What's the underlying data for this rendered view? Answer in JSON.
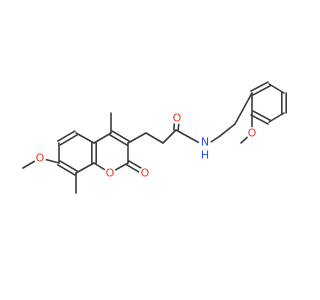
{
  "molecule": {
    "colors": {
      "bond": "#3a3a3a",
      "carbon": "#3a3a3a",
      "oxygen": "#e8392a",
      "nitrogen": "#2f4fe0",
      "background": "#ffffff"
    },
    "labels": {
      "ring_oxygen": "O",
      "carbonyl_oxygen_ring": "O",
      "methoxy_oxygen_left": "O",
      "amide_oxygen": "O",
      "amide_nitrogen": "N",
      "amide_hydrogen": "H",
      "methoxy_oxygen_right": "O"
    }
  }
}
